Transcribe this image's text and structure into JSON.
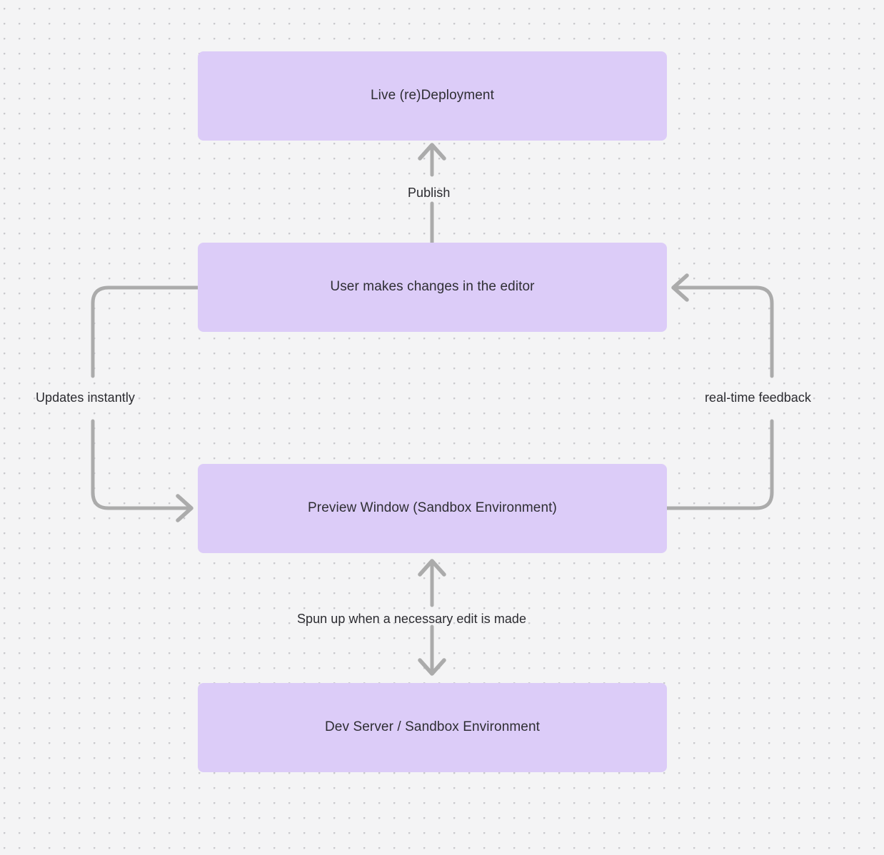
{
  "diagram": {
    "title": "Live deployment / preview feedback loop",
    "background_color": "#f4f4f5",
    "dot_grid_color": "#c9c9cd",
    "node_fill_color": "#dcccf8",
    "node_text_color": "#2e2e33",
    "edge_color": "#ababab",
    "edge_label_color": "#2b2b30",
    "nodes": [
      {
        "id": "live",
        "label": "Live (re)Deployment"
      },
      {
        "id": "user",
        "label": "User makes changes in the editor"
      },
      {
        "id": "preview",
        "label": "Preview Window (Sandbox Environment)"
      },
      {
        "id": "devserver",
        "label": "Dev Server / Sandbox Environment"
      }
    ],
    "edges": [
      {
        "id": "publish",
        "label": "Publish",
        "from": "user",
        "to": "live",
        "direction": "up",
        "arrowheads": 1
      },
      {
        "id": "updates",
        "label": "Updates instantly",
        "from": "user",
        "to": "preview",
        "direction": "left-loop",
        "arrowheads": 1
      },
      {
        "id": "feedback",
        "label": "real-time feedback",
        "from": "preview",
        "to": "user",
        "direction": "right-loop",
        "arrowheads": 1
      },
      {
        "id": "spunup",
        "label": "Spun up when a necessary edit is made",
        "from": "preview",
        "to": "devserver",
        "direction": "bidirectional",
        "arrowheads": 2
      }
    ]
  }
}
